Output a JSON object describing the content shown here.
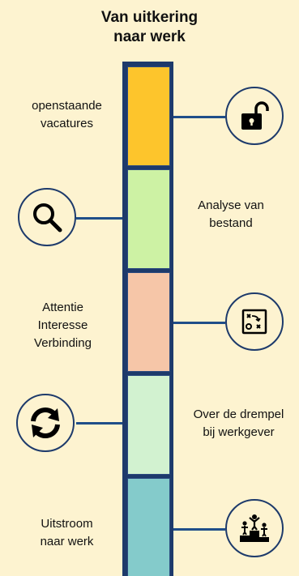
{
  "title": {
    "line1": "Van uitkering",
    "line2": "naar werk"
  },
  "stages": [
    {
      "label_lines": [
        "openstaande",
        "vacatures"
      ],
      "color": "#fdc52c",
      "icon": "unlock-icon",
      "side": "right"
    },
    {
      "label_lines": [
        "Analyse van",
        "bestand"
      ],
      "color": "#cdf2a4",
      "icon": "search-icon",
      "side": "left"
    },
    {
      "label_lines": [
        "Attentie",
        "Interesse",
        "Verbinding"
      ],
      "color": "#f6c6a8",
      "icon": "strategy-icon",
      "side": "right"
    },
    {
      "label_lines": [
        "Over de drempel",
        "bij werkgever"
      ],
      "color": "#d2f2d0",
      "icon": "refresh-icon",
      "side": "left"
    },
    {
      "label_lines": [
        "Uitstroom",
        "naar werk"
      ],
      "color": "#84cbcb",
      "icon": "podium-icon",
      "side": "right"
    }
  ]
}
